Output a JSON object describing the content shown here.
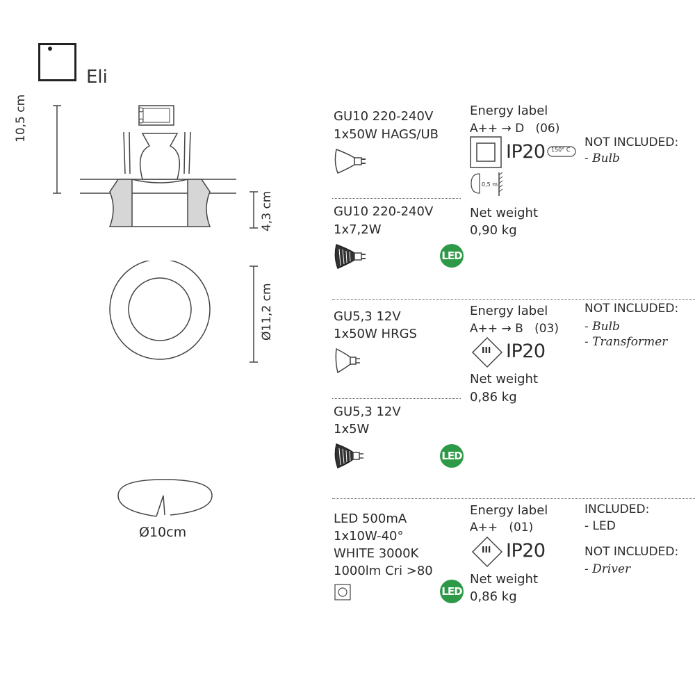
{
  "product": {
    "name": "Eli"
  },
  "dimensions": {
    "height_total": "10,5 cm",
    "height_recess": "4,3 cm",
    "diameter_outer": "Ø11,2 cm",
    "cutout": "Ø10cm"
  },
  "sections": [
    {
      "variants": [
        {
          "socket": "GU10 220-240V",
          "power": "1x50W HAGS/UB",
          "bulb_icon": "halogen-bulb-gu10-icon",
          "led": false
        },
        {
          "socket": "GU10 220-240V",
          "power": "1x7,2W",
          "bulb_icon": "led-bulb-gu10-icon",
          "led": true
        }
      ],
      "energy_label": "Energy label",
      "energy_range": "A++ → D",
      "energy_code": "(06)",
      "ip": "IP20",
      "heat_label": "150° C",
      "distance_label": "0,5 m",
      "net_weight_label": "Net weight",
      "net_weight": "0,90 kg",
      "included_title": "",
      "included_items": [],
      "not_included_title": "NOT INCLUDED:",
      "not_included_items": [
        "- Bulb"
      ]
    },
    {
      "variants": [
        {
          "socket": "GU5,3 12V",
          "power": "1x50W HRGS",
          "bulb_icon": "halogen-bulb-gu53-icon",
          "led": false
        },
        {
          "socket": "GU5,3 12V",
          "power": "1x5W",
          "bulb_icon": "led-bulb-gu53-icon",
          "led": true
        }
      ],
      "energy_label": "Energy label",
      "energy_range": "A++ → B",
      "energy_code": "(03)",
      "class_symbol": "III",
      "ip": "IP20",
      "net_weight_label": "Net weight",
      "net_weight": "0,86 kg",
      "not_included_title": "NOT INCLUDED:",
      "not_included_items": [
        "- Bulb",
        "- Transformer"
      ]
    },
    {
      "variants": [
        {
          "lines": [
            "LED 500mA",
            "1x10W-40°",
            "WHITE 3000K",
            "1000lm Cri >80"
          ],
          "bulb_icon": "integrated-led-icon",
          "led": true
        }
      ],
      "energy_label": "Energy label",
      "energy_range": "A++",
      "energy_code": "(01)",
      "class_symbol": "III",
      "ip": "IP20",
      "net_weight_label": "Net weight",
      "net_weight": "0,86 kg",
      "included_title": "INCLUDED:",
      "included_items": [
        "- LED"
      ],
      "not_included_title": "NOT INCLUDED:",
      "not_included_items": [
        "- Driver"
      ]
    }
  ],
  "led_badge_text": "LED"
}
